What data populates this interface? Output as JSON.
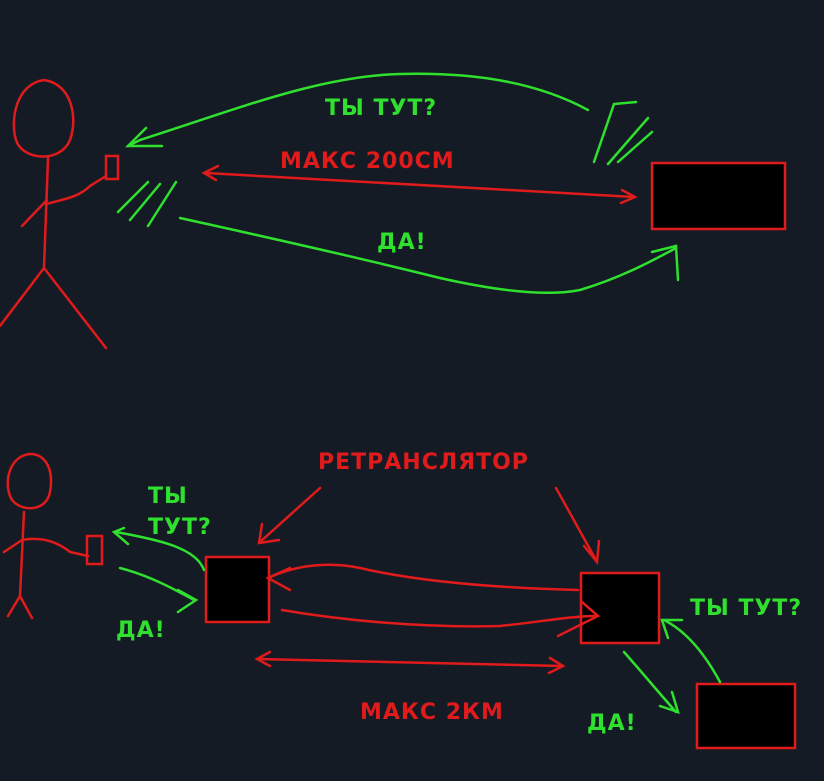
{
  "colors": {
    "background": "#141b24",
    "person": "#e01b1b",
    "signal": "#2fe02f",
    "distance": "#e01b1b",
    "device_fill": "#000000",
    "device_stroke": "#e01b1b"
  },
  "scene_top": {
    "question": "ТЫ ТУТ?",
    "answer": "ДА!",
    "range": "МАКС 200СМ"
  },
  "scene_bottom": {
    "repeater": "РЕТРАНСЛЯТОР",
    "question_line1": "ТЫ",
    "question_line2": "ТУТ?",
    "answer_left": "ДА!",
    "question_right": "ТЫ ТУТ?",
    "answer_right": "ДА!",
    "range": "МАКС 2КМ"
  }
}
